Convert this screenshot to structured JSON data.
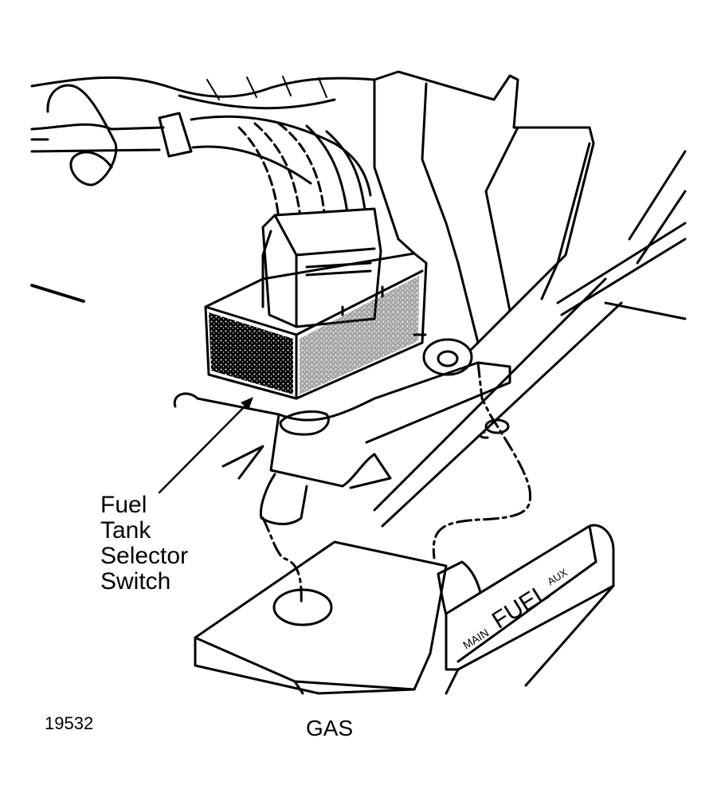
{
  "callout": {
    "line1": "Fuel",
    "line2": "Tank",
    "line3": "Selector",
    "line4": "Switch"
  },
  "figure_number": "19532",
  "caption": "GAS",
  "lever_labels": {
    "left": "MAIN",
    "center": "FUEL",
    "right": "AUX"
  },
  "colors": {
    "ink": "#000000",
    "paper": "#ffffff"
  }
}
